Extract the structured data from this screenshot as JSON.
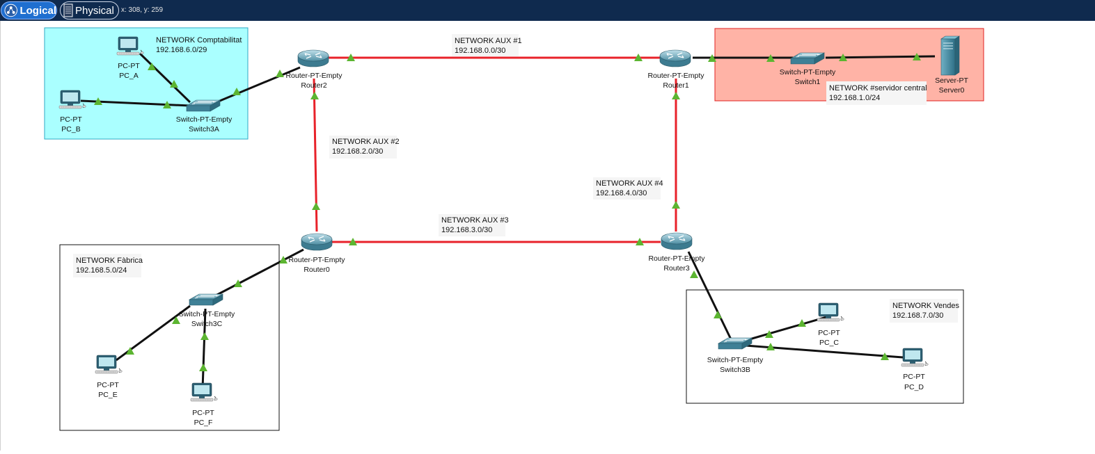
{
  "tabs": {
    "logical": "Logical",
    "physical": "Physical"
  },
  "coordinates": "x: 308, y: 259",
  "colors": {
    "wan_link": "#e8222a",
    "lan_link": "#111111",
    "link_indicator": "#5cb531",
    "area_comptabilitat": "#aaffff",
    "area_servidor": "#ffb3a6"
  },
  "areas": {
    "comptabilitat": {
      "title": "NETWORK Comptabilitat",
      "subnet": "192.168.6.0/29"
    },
    "servidor": {
      "title": "NETWORK #servidor central",
      "subnet": "192.168.1.0/24"
    },
    "fabrica": {
      "title": "NETWORK Fàbrica",
      "subnet": "192.168.5.0/24"
    },
    "vendes": {
      "title": "NETWORK Vendes",
      "subnet": "192.168.7.0/30"
    }
  },
  "aux_networks": {
    "aux1": {
      "title": "NETWORK AUX #1",
      "subnet": "192.168.0.0/30"
    },
    "aux2": {
      "title": "NETWORK AUX #2",
      "subnet": "192.168.2.0/30"
    },
    "aux3": {
      "title": "NETWORK AUX #3",
      "subnet": "192.168.3.0/30"
    },
    "aux4": {
      "title": "NETWORK AUX #4",
      "subnet": "192.168.4.0/30"
    }
  },
  "devices": {
    "router0": {
      "model": "Router-PT-Empty",
      "name": "Router0",
      "icon": "router-icon"
    },
    "router1": {
      "model": "Router-PT-Empty",
      "name": "Router1",
      "icon": "router-icon"
    },
    "router2": {
      "model": "Router-PT-Empty",
      "name": "Router2",
      "icon": "router-icon"
    },
    "router3": {
      "model": "Router-PT-Empty",
      "name": "Router3",
      "icon": "router-icon"
    },
    "switch1": {
      "model": "Switch-PT-Empty",
      "name": "Switch1",
      "icon": "switch-icon"
    },
    "switch3a": {
      "model": "Switch-PT-Empty",
      "name": "Switch3A",
      "icon": "switch-icon"
    },
    "switch3b": {
      "model": "Switch-PT-Empty",
      "name": "Switch3B",
      "icon": "switch-icon"
    },
    "switch3c": {
      "model": "Switch-PT-Empty",
      "name": "Switch3C",
      "icon": "switch-icon"
    },
    "server0": {
      "model": "Server-PT",
      "name": "Server0",
      "icon": "server-icon"
    },
    "pc_a": {
      "model": "PC-PT",
      "name": "PC_A",
      "icon": "pc-icon"
    },
    "pc_b": {
      "model": "PC-PT",
      "name": "PC_B",
      "icon": "pc-icon"
    },
    "pc_c": {
      "model": "PC-PT",
      "name": "PC_C",
      "icon": "pc-icon"
    },
    "pc_d": {
      "model": "PC-PT",
      "name": "PC_D",
      "icon": "pc-icon"
    },
    "pc_e": {
      "model": "PC-PT",
      "name": "PC_E",
      "icon": "pc-icon"
    },
    "pc_f": {
      "model": "PC-PT",
      "name": "PC_F",
      "icon": "pc-icon"
    }
  }
}
